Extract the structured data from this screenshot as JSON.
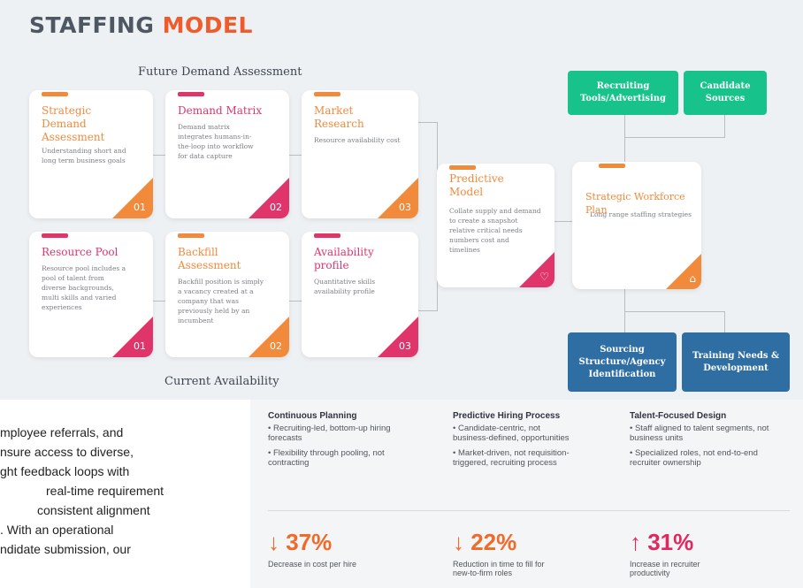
{
  "title": {
    "part1": "STAFFING ",
    "part2": "MODEL"
  },
  "labels": {
    "future": "Future Demand Assessment",
    "current": "Current Availability"
  },
  "cards": [
    {
      "title": "Strategic Demand Assessment",
      "desc": "Understanding short and long term business goals",
      "num": "01"
    },
    {
      "title": "Demand Matrix",
      "desc": "Demand matrix integrates humans-in-the-loop into workflow for data capture",
      "num": "02"
    },
    {
      "title": "Market Research",
      "desc": "Resource availability cost",
      "num": "03"
    },
    {
      "title": "Resource Pool",
      "desc": "Resource pool includes a pool of talent from diverse backgrounds, multi skills and varied experiences",
      "num": "01"
    },
    {
      "title": "Backfill Assessment",
      "desc": "Backfill position is simply a vacancy created at a company that was previously held by an incumbent",
      "num": "02"
    },
    {
      "title": "Availability profile",
      "desc": "Quantitative skills availability profile",
      "num": "03"
    }
  ],
  "predictive": {
    "title": "Predictive Model",
    "desc": "Collate supply and demand to create a snapshot relative critical needs numbers cost and timelines"
  },
  "workforce": {
    "title": "Strategic Workforce Plan",
    "desc": "Long range staffing strategies"
  },
  "boxes": {
    "recruiting": "Recruiting Tools/Advertising",
    "candidate": "Candidate Sources",
    "sourcing": "Sourcing Structure/Agency Identification",
    "training": "Training Needs & Development"
  },
  "paragraph": [
    "mployee referrals, and",
    "nsure access to diverse,",
    "ght feedback loops with",
    "real-time requirement",
    "consistent alignment",
    ". With an operational",
    "ndidate submission, our"
  ],
  "columns": [
    {
      "heading": "Continuous Planning",
      "bullets": [
        "Recruiting-led, bottom-up hiring forecasts",
        "Flexibility through pooling, not contracting"
      ]
    },
    {
      "heading": "Predictive Hiring Process",
      "bullets": [
        "Candidate-centric, not business-defined, opportunities",
        "Market-driven, not requisition-triggered, recruiting process"
      ]
    },
    {
      "heading": "Talent-Focused Design",
      "bullets": [
        "Staff aligned to talent segments, not business units",
        "Specialized roles, not end-to-end recruiter ownership"
      ]
    }
  ],
  "stats": [
    {
      "value": "↓ 37%",
      "desc": "Decrease in cost per hire",
      "color": "#f06a2a"
    },
    {
      "value": "↓ 22%",
      "desc": "Reduction in time to fill for new-to-firm roles",
      "color": "#f06a2a"
    },
    {
      "value": "↑ 31%",
      "desc": "Increase in recruiter productivity",
      "color": "#e0285e"
    }
  ],
  "colors": {
    "orange": "#f28a3c",
    "red": "#e0356b",
    "green": "#18c28b",
    "blue": "#2f6ea3"
  }
}
